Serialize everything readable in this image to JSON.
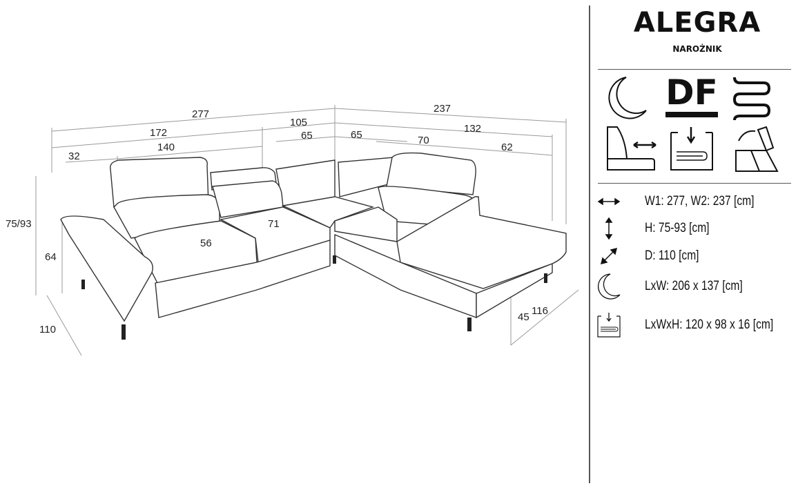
{
  "product": {
    "name": "ALEGRA",
    "type": "NAROŻNIK"
  },
  "features": [
    {
      "icon": "sleep-function-icon"
    },
    {
      "icon": "df-logo-icon",
      "label": "DF"
    },
    {
      "icon": "spring-icon"
    },
    {
      "icon": "pull-out-seat-icon"
    },
    {
      "icon": "storage-container-icon"
    },
    {
      "icon": "adjustable-headrest-icon"
    }
  ],
  "specs": [
    {
      "icon": "width-arrow-icon",
      "text": "W1: 277, W2: 237 [cm]"
    },
    {
      "icon": "height-arrow-icon",
      "text": "H: 75-93 [cm]"
    },
    {
      "icon": "depth-arrow-icon",
      "text": "D: 110 [cm]"
    },
    {
      "icon": "sleep-area-icon",
      "text": "LxW: 206 x 137 [cm]"
    },
    {
      "icon": "storage-icon",
      "text": "LxWxH: 120 x 98 x 16 [cm]"
    }
  ],
  "dimensions": {
    "total_left": "277",
    "total_right": "237",
    "corner": "105",
    "left_section": "172",
    "right_section": "132",
    "corner_left": "65",
    "corner_right": "65",
    "armrest": "32",
    "left_seat": "140",
    "right_seat": "70",
    "chaise": "62",
    "height": "75/93",
    "seat_height": "64",
    "seat_depth_left": "56",
    "seat_depth_mid": "71",
    "leg_height": "45",
    "chaise_depth": "116",
    "depth": "110"
  }
}
